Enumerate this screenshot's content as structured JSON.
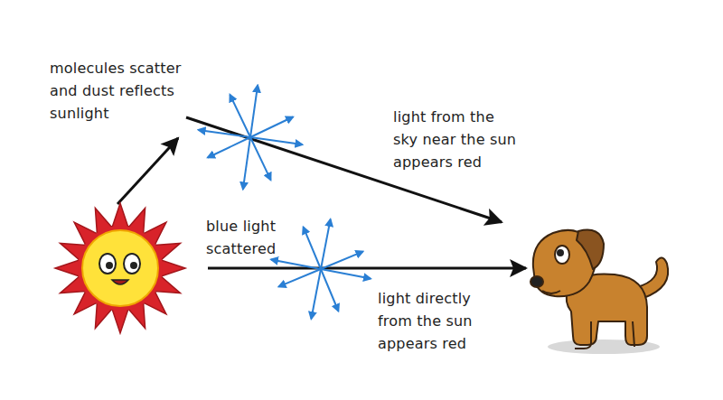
{
  "diagram": {
    "labels": [
      "molecules scatter and dust reflects sunlight",
      "light from the sky near the sun appears red",
      "blue light scattered",
      "light directly from the sun appears red"
    ]
  }
}
